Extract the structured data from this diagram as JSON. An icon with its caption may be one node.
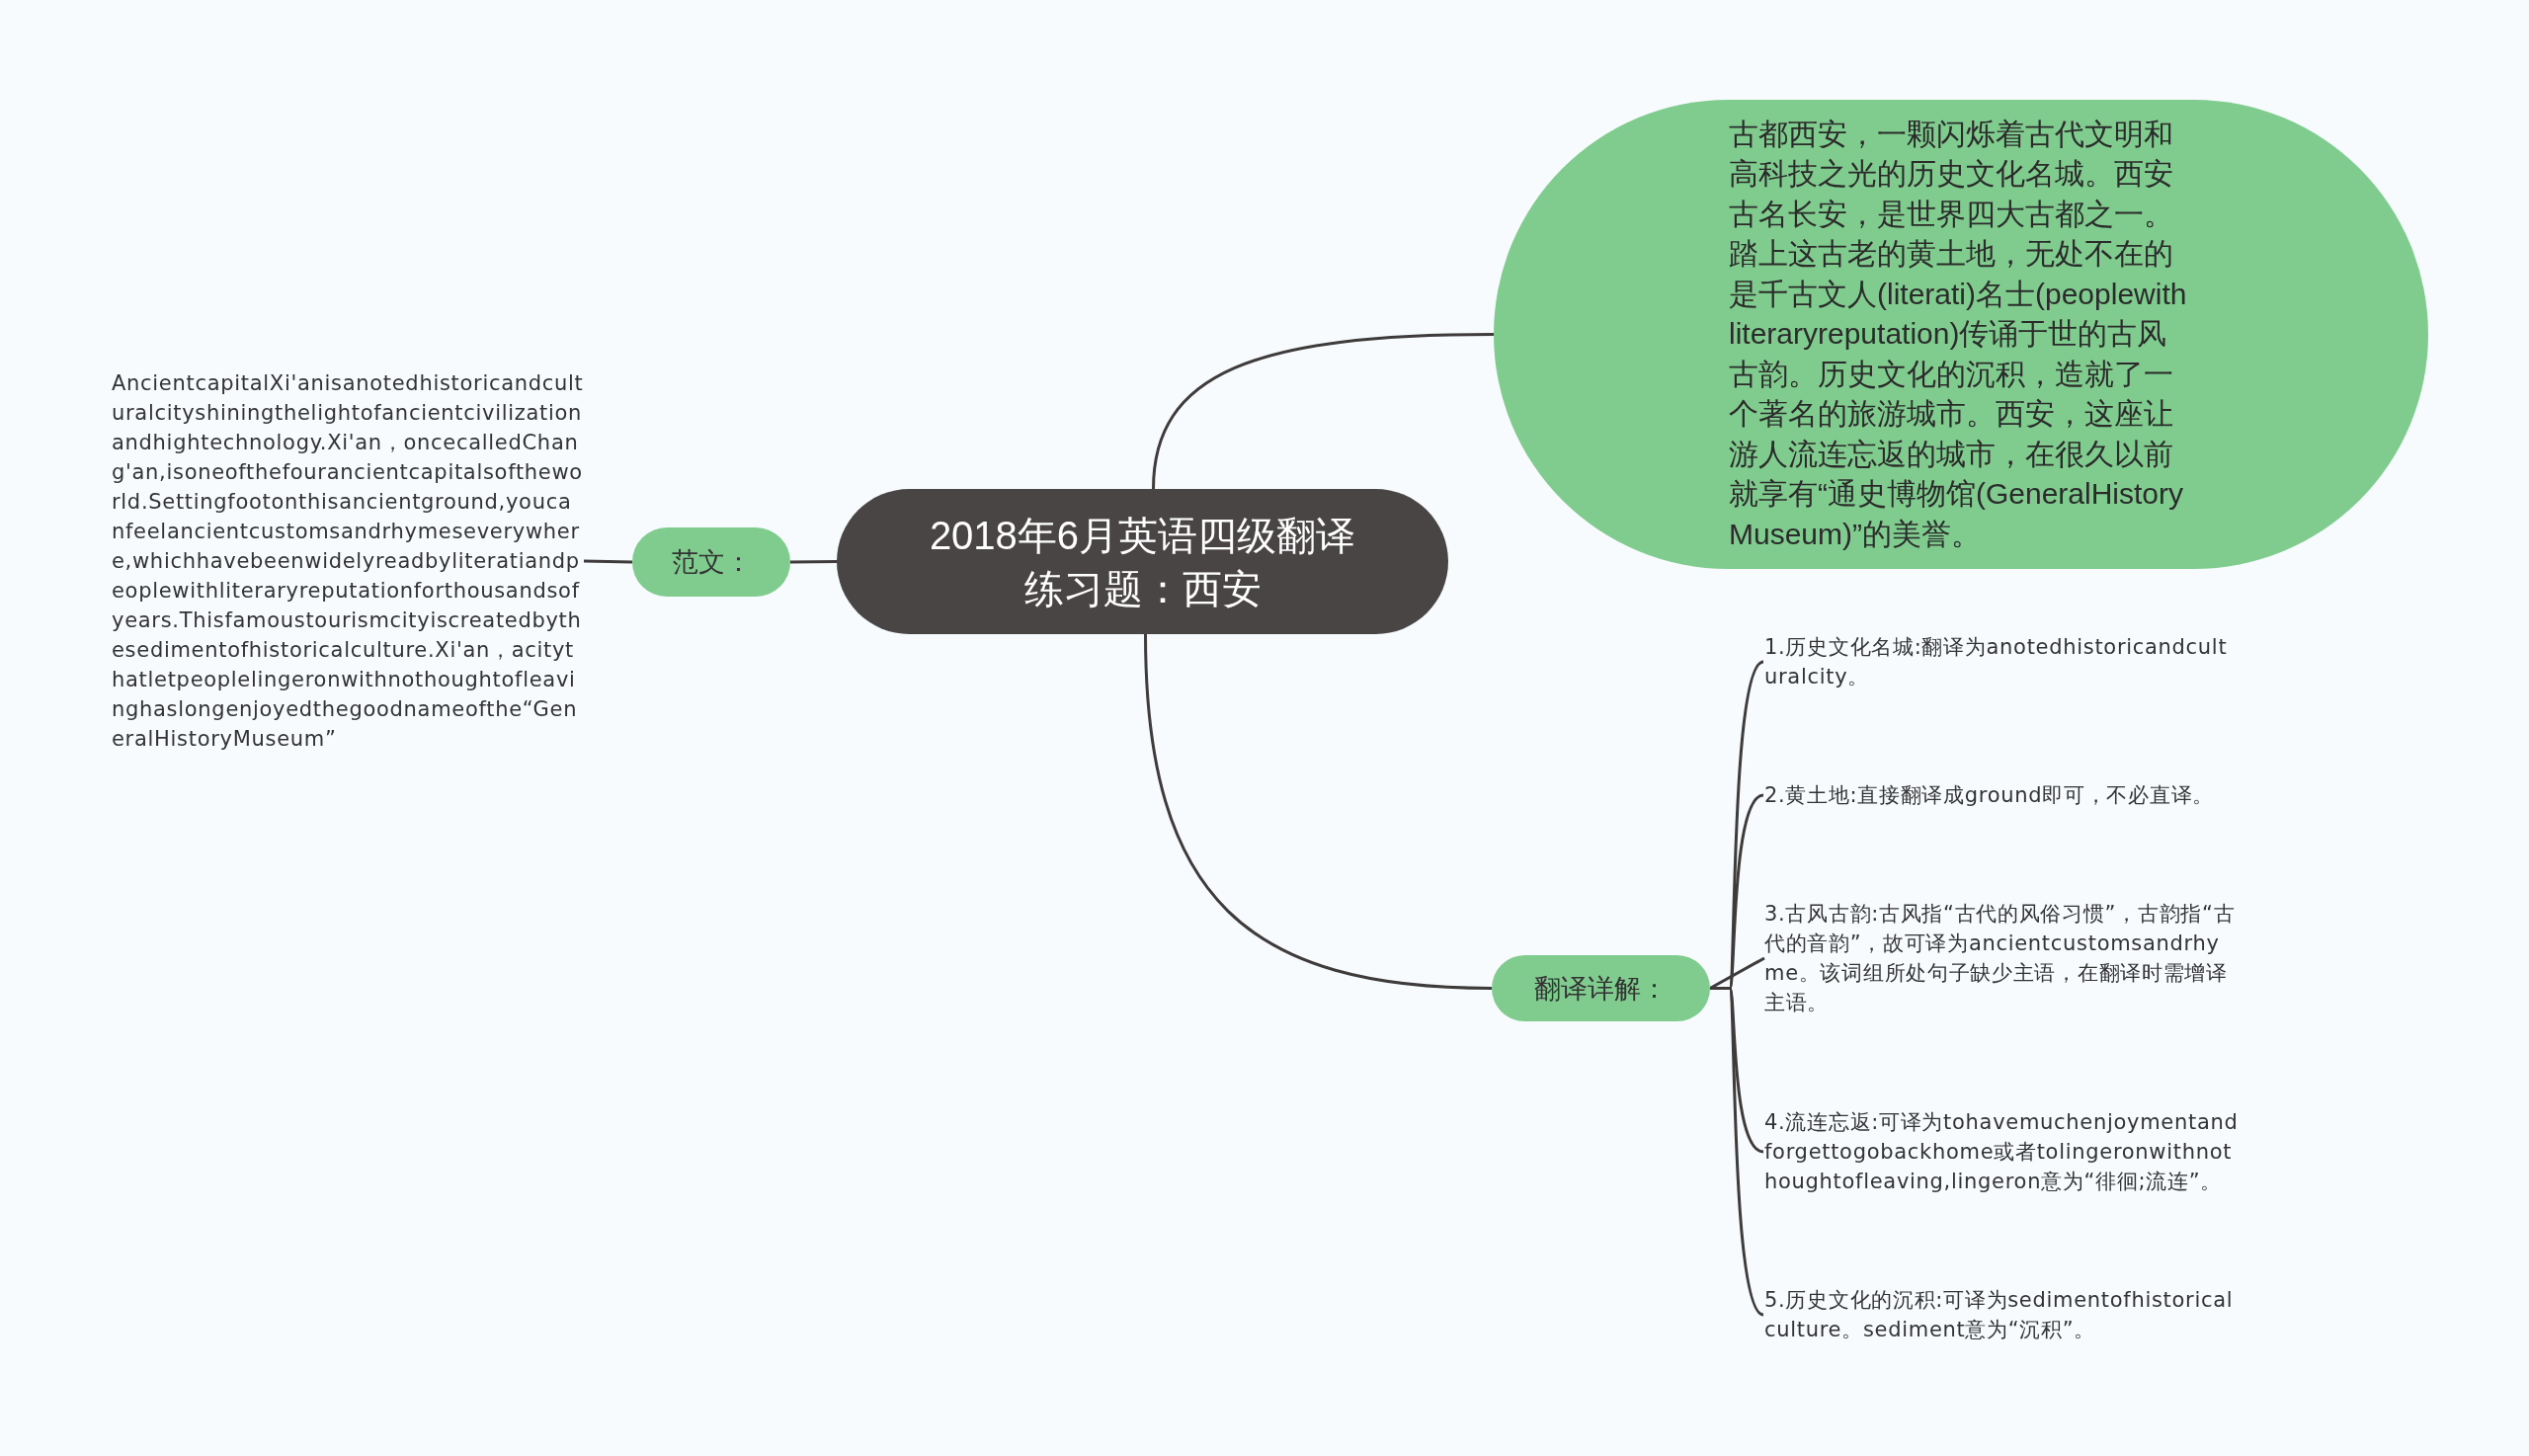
{
  "diagram": {
    "nodes": [
      {
        "text": [
          "2018年6月英语四级翻译练习题：西安"
        ]
      },
      {
        "text": [
          "古都西安，一颗闪烁着古代文明和高科技之光的历史文化名城。西安古名长安，是世界四大古都之一。踏上这古老的黄土地，无处不在的是千古文人(literati)名士(peoplewithliteraryreputation)传诵于世的古风古韵。历史文化的沉积，造就了一个著名的旅游城市。西安，这座让游人流连忘返的城市，在很久以前就享有“通史博物馆(GeneralHistoryMuseum)”的美誉。"
        ]
      },
      {
        "text": [
          "范文："
        ]
      },
      {
        "text": [
          "AncientcapitalXi'anisanotedhistoricandculturalcityshiningthelightofancientcivilizationandhightechnology.Xi'an，oncecalledChang'an,isoneofthefourancientcapitalsoftheworld.Settingfootonthisancientground,youcanfeelancientcustomsandrhymeseverywhere,whichhavebeenwidelyreadbyliteratiandpeoplewithliteraryreputationforthousandsofyears.Thisfamoustourismcityiscreatedbythesedimentofhistoricalculture.Xi'an，acitythatletpeoplelingeronwithnothoughtofleavinghaslongenjoyedthegoodnameofthe“GeneralHistoryMuseum”"
        ]
      },
      {
        "text": [
          "翻译详解："
        ]
      },
      {
        "text": [
          "1.历史文化名城:翻译为anotedhistoricandculturalcity。"
        ]
      },
      {
        "text": [
          "2.黄土地:直接翻译成ground即可，不必直译。"
        ]
      },
      {
        "text": [
          "3.古风古韵:古风指“古代的风俗习惯”，古韵指“古代的音韵”，故可译为ancientcustomsandrhyme。该词组所处句子缺少主语，在翻译时需增译主语。"
        ]
      },
      {
        "text": [
          "4.流连忘返:可译为tohavemuchenjoymentandforgettogobackhome或者tolingeronwithnothoughtofleaving,lingeron意为“徘徊;流连”。"
        ]
      },
      {
        "text": [
          "5.历史文化的沉积:可译为sedimentofhistoricalculture。sediment意为“沉积”。"
        ]
      }
    ],
    "edges": [
      {
        "from": 0,
        "to": 1,
        "arrow": "none"
      },
      {
        "from": 0,
        "to": 2,
        "arrow": "none"
      },
      {
        "from": 2,
        "to": 3,
        "arrow": "none"
      },
      {
        "from": 0,
        "to": 4,
        "arrow": "none"
      },
      {
        "from": 4,
        "to": 5,
        "arrow": "none"
      },
      {
        "from": 4,
        "to": 6,
        "arrow": "none"
      },
      {
        "from": 4,
        "to": 7,
        "arrow": "none"
      },
      {
        "from": 4,
        "to": 8,
        "arrow": "none"
      },
      {
        "from": 4,
        "to": 9,
        "arrow": "none"
      }
    ]
  }
}
